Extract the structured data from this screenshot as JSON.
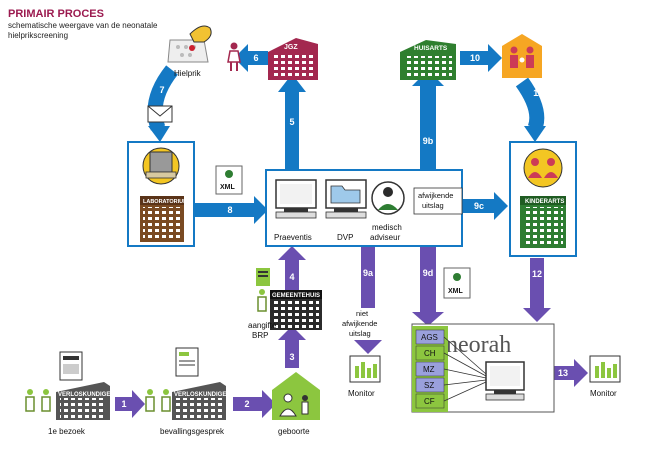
{
  "header": {
    "title": "PRIMAIR PROCES",
    "subtitle": "schematische weergave van de neonatale hielprikscreening"
  },
  "nodes": {
    "jgz": "JGZ",
    "huisarts": "HUISARTS",
    "hielprik": "Hielprik",
    "laboratorium": "LABORATORIUM",
    "kinderarts": "KINDERARTS",
    "gemeentehuis": "GEMEENTEHUIS",
    "aangifte_line1": "aangifte",
    "aangifte_line2": "BRP",
    "verloskundige_1": "VERLOSKUNDIGE",
    "verloskundige_2": "VERLOSKUNDIGE",
    "eerste_bezoek": "1e bezoek",
    "bevallingsgesprek": "bevallingsgesprek",
    "geboorte": "geboorte",
    "monitor_left": "Monitor",
    "monitor_right": "Monitor",
    "neorah": "neorah"
  },
  "central": {
    "praeventis": "Praeventis",
    "dvp": "DVP",
    "medisch_line1": "medisch",
    "medisch_line2": "adviseur",
    "afwijkende_line1": "afwijkende",
    "afwijkende_line2": "uitslag"
  },
  "labels": {
    "xml_1": "XML",
    "xml_2": "XML",
    "niet_line1": "niet",
    "niet_line2": "afwijkende",
    "niet_line3": "uitslag"
  },
  "neorah_list": [
    "AGS",
    "CH",
    "MZ",
    "SZ",
    "CF"
  ],
  "arrows": {
    "a1": "1",
    "a2": "2",
    "a3": "3",
    "a4": "4",
    "a5": "5",
    "a6": "6",
    "a7": "7",
    "a8": "8",
    "a9a": "9a",
    "a9b": "9b",
    "a9c": "9c",
    "a9d": "9d",
    "a10": "10",
    "a11": "11",
    "a12": "12",
    "a13": "13"
  },
  "colors": {
    "blue": "#1479c4",
    "purple": "#6a4fb0",
    "lab_brown": "#7a4a22",
    "building_green": "#2e7d32",
    "jgz_maroon": "#a3284f",
    "huisarts_green": "#2f7f2f",
    "lime": "#8cc63f",
    "neorah_list_fill": "#9aa0dc"
  },
  "icons": {
    "hielprik": "heel-prick-icon",
    "envelope": "envelope-icon",
    "family": "family-icon",
    "computer": "computer-icon",
    "folder": "folder-icon",
    "doctor": "doctor-icon",
    "people": "people-icon",
    "monitor": "bar-chart-monitor-icon"
  }
}
